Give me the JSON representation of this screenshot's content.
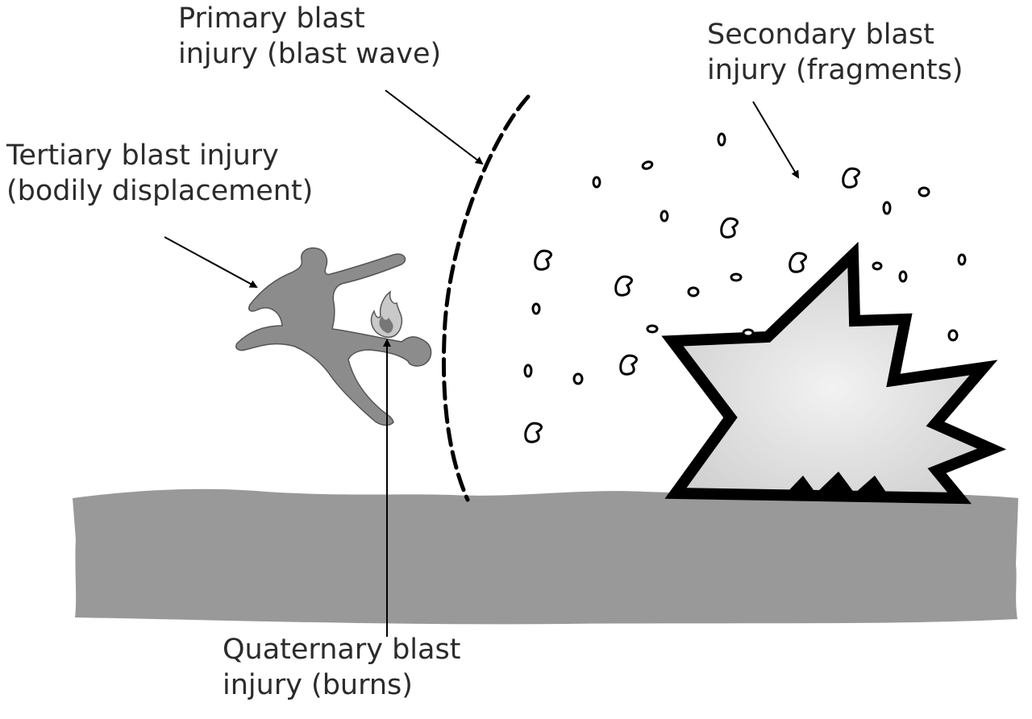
{
  "labels": {
    "primary": {
      "line1": "Primary blast",
      "line2": "injury (blast wave)"
    },
    "secondary": {
      "line1": "Secondary blast",
      "line2": "injury (fragments)"
    },
    "tertiary": {
      "line1": "Tertiary blast injury",
      "line2": "(bodily displacement)"
    },
    "quaternary": {
      "line1": "Quaternary blast",
      "line2": "injury (burns)"
    }
  },
  "colors": {
    "ground": "#999999",
    "person": "#8c8c8c",
    "explosion_fill": "#dcdcdc",
    "outline": "#000000",
    "text": "#2b2b2b",
    "flame": "#c9c9c9"
  },
  "icons": {
    "person": "falling-person-icon",
    "flame": "flame-icon",
    "explosion": "explosion-icon",
    "fragment": "fragment-icon"
  }
}
